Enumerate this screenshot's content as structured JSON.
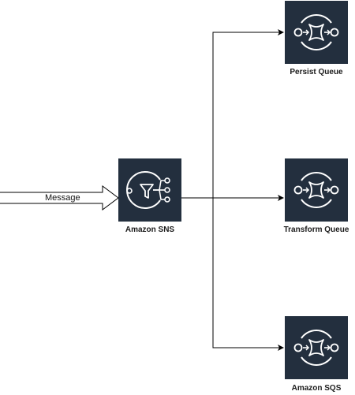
{
  "diagram": {
    "input_message_label": "Message",
    "sns": {
      "label": "Amazon SNS",
      "icon": "sns-icon"
    },
    "queues": [
      {
        "label": "Persist Queue",
        "icon": "sqs-icon"
      },
      {
        "label": "Transform Queue",
        "icon": "sqs-icon"
      },
      {
        "label": "Amazon SQS",
        "icon": "sqs-icon"
      }
    ],
    "colors": {
      "icon_bg": "#232f3e",
      "icon_fg": "#ffffff",
      "connector": "#000000"
    }
  }
}
